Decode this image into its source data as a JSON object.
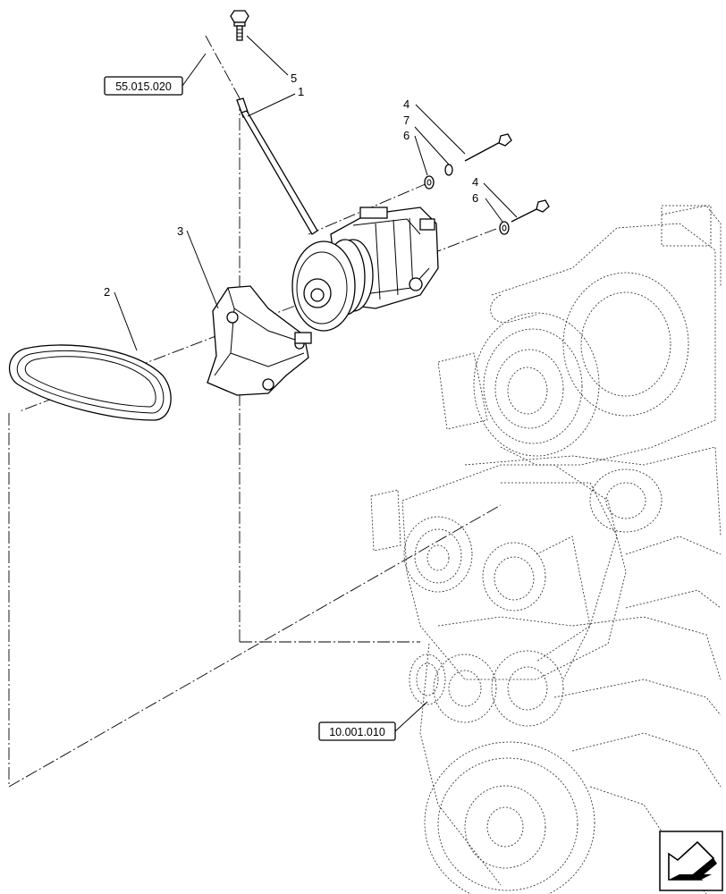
{
  "references": {
    "upper": "55.015.020",
    "lower": "10.001.010"
  },
  "callouts": {
    "c1": "1",
    "c2": "2",
    "c3": "3",
    "c4a": "4",
    "c4b": "4",
    "c5": "5",
    "c6a": "6",
    "c6b": "6",
    "c7": "7"
  },
  "icons": {
    "orientation": "front-arrow-icon"
  }
}
